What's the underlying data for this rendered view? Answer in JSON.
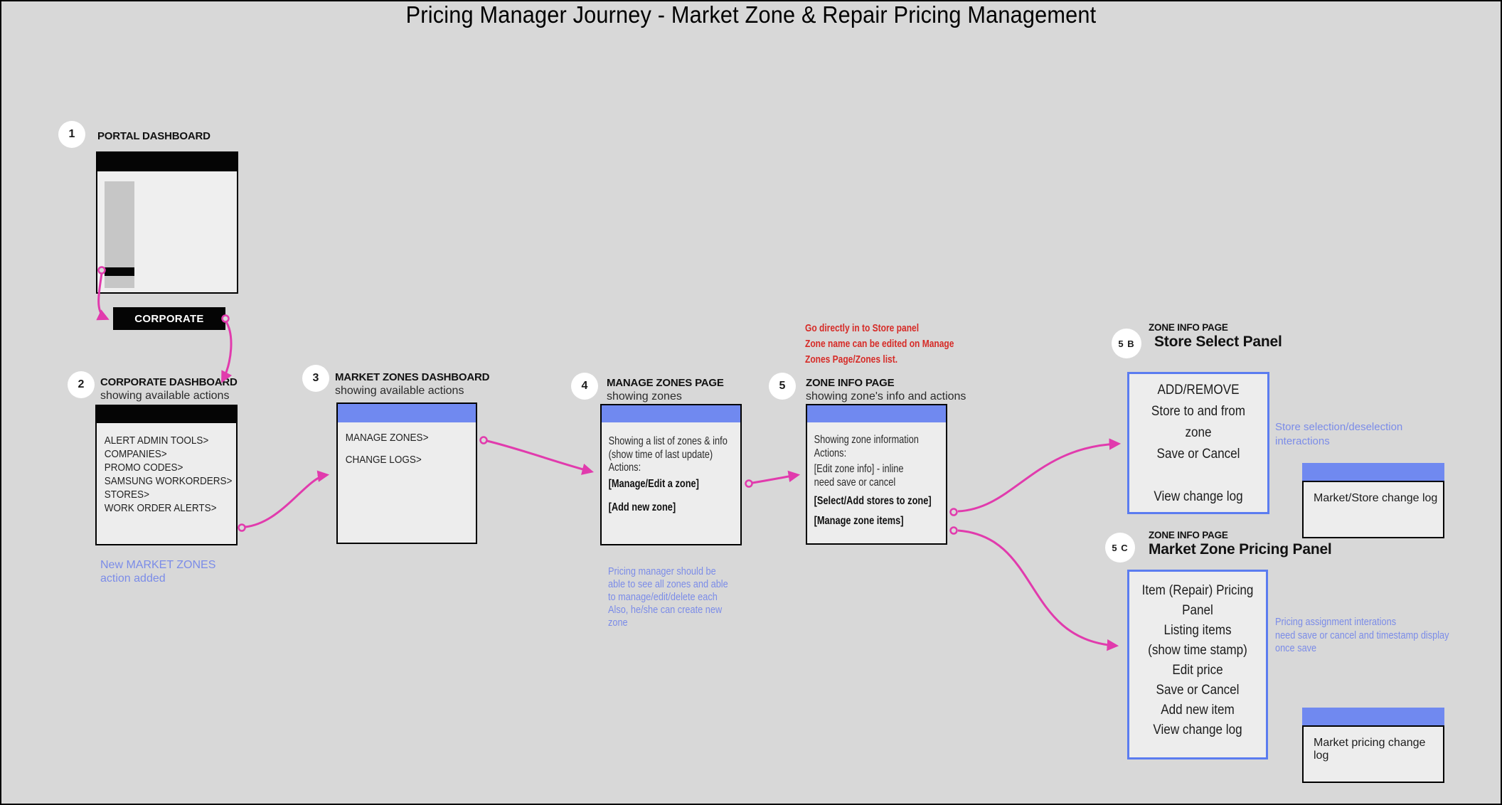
{
  "title": "Pricing Manager Journey - Market Zone & Repair Pricing Management",
  "colors": {
    "background": "#d8d8d8",
    "accent_pink": "#e13bad",
    "header_blue": "#7089f0",
    "panel_border_blue": "#5b7cf0",
    "note_blue": "#7b8ce8",
    "note_red": "#d62b27",
    "wireframe_black": "#050505",
    "wireframe_body": "#ededed"
  },
  "step1": {
    "num": "1",
    "label": "PORTAL DASHBOARD"
  },
  "corporate_button": {
    "label": "CORPORATE"
  },
  "step2": {
    "num": "2",
    "title": "CORPORATE DASHBOARD",
    "subtitle": "showing available actions",
    "items": [
      "ALERT ADMIN TOOLS>",
      "COMPANIES>",
      "PROMO CODES>",
      "SAMSUNG WORKORDERS>",
      "STORES>",
      "WORK ORDER ALERTS>"
    ],
    "note": [
      "New MARKET ZONES",
      "action added"
    ]
  },
  "step3": {
    "num": "3",
    "title": "MARKET ZONES DASHBOARD",
    "subtitle": "showing available actions",
    "items": [
      "MANAGE ZONES>",
      "CHANGE LOGS>"
    ]
  },
  "step4": {
    "num": "4",
    "title": "MANAGE ZONES PAGE",
    "subtitle": "showing zones",
    "body": [
      "Showing a list of zones & info",
      "(show time of last update)",
      "Actions:"
    ],
    "actions": [
      "[Manage/Edit a zone]",
      "[Add new zone]"
    ],
    "note": [
      "Pricing manager should be",
      "able to see all zones and able",
      "to manage/edit/delete each",
      "Also, he/she can create new",
      "zone"
    ]
  },
  "step5": {
    "num": "5",
    "title": "ZONE INFO PAGE",
    "subtitle": "showing zone's info and actions",
    "red_note": [
      "Go directly in to Store panel",
      "Zone name can be edited on Manage",
      "Zones Page/Zones list."
    ],
    "body": [
      "Showing zone information",
      "Actions:",
      "[Edit zone info] - inline",
      "need save or cancel"
    ],
    "actions": [
      "[Select/Add stores to zone]",
      "[Manage zone items]"
    ]
  },
  "step5b": {
    "num": "5 B",
    "eyebrow": "ZONE INFO PAGE",
    "title": "Store Select Panel",
    "panel_lines": [
      "ADD/REMOVE",
      "Store to and from",
      "zone",
      "Save or Cancel",
      "",
      "View change log"
    ],
    "note": [
      "Store selection/deselection",
      "interactions"
    ],
    "changelog": "Market/Store change log"
  },
  "step5c": {
    "num": "5 C",
    "eyebrow": "ZONE INFO PAGE",
    "title": "Market Zone Pricing Panel",
    "panel_lines": [
      "Item (Repair) Pricing",
      "Panel",
      "Listing items",
      "(show time stamp)",
      "Edit price",
      "Save or Cancel",
      "Add new item",
      "View change log"
    ],
    "note": [
      "Pricing assignment interations",
      "need save or cancel and timestamp display",
      "once save"
    ],
    "changelog": "Market pricing change log"
  }
}
